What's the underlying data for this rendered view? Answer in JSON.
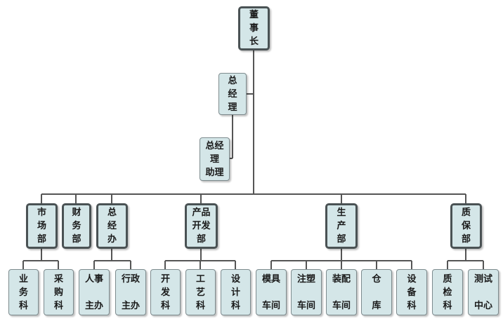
{
  "org": {
    "chairman": "董\n事\n长",
    "gm": "总\n经\n理",
    "gm_assistant": "总经\n理\n助理",
    "departments": {
      "market": "市\n场\n部",
      "finance": "财\n务\n部",
      "general_office": "总\n经\n办",
      "product_dev": "产品\n开发\n部",
      "production": "生\n产\n部",
      "quality": "质\n保\n部"
    },
    "sections": {
      "sales": "业\n务\n科",
      "purchasing": "采\n购\n科",
      "hr": "人事\n\n主办",
      "admin": "行政\n\n主办",
      "development": "开\n发\n科",
      "process": "工\n艺\n科",
      "design": "设\n计\n科",
      "mold": "模具\n\n车间",
      "injection": "注塑\n\n车间",
      "assembly": "装配\n\n车间",
      "warehouse": "仓\n\n库",
      "equipment": "设\n备\n科",
      "qc": "质\n检\n科",
      "test_center": "测试\n\n中心"
    }
  },
  "colors": {
    "box_fill": "#d4e6e8",
    "box_border": "#4a5254",
    "line": "#555555"
  }
}
